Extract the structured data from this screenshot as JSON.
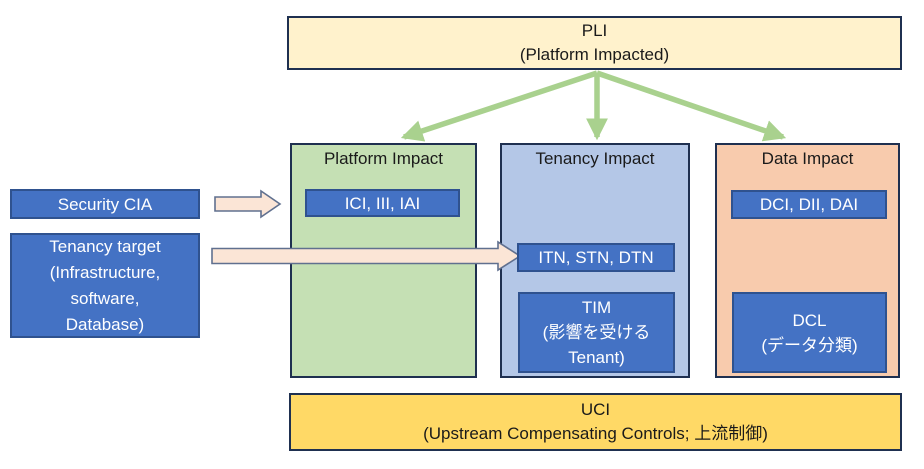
{
  "pli": {
    "line1": "PLI",
    "line2": "(Platform Impacted)"
  },
  "uci": {
    "line1": "UCI",
    "line2": "(Upstream Compensating Controls; 上流制御)"
  },
  "inputs": {
    "security": {
      "label": "Security CIA"
    },
    "tenancy_target": {
      "line1": "Tenancy target",
      "line2": "(Infrastructure,",
      "line3": "software,",
      "line4": "Database)"
    }
  },
  "columns": {
    "platform": {
      "title": "Platform Impact",
      "box1": "ICI, III, IAI"
    },
    "tenancy": {
      "title": "Tenancy Impact",
      "box1": "ITN, STN, DTN",
      "box2": {
        "line1": "TIM",
        "line2": "(影響を受ける",
        "line3": "Tenant)"
      }
    },
    "data": {
      "title": "Data Impact",
      "box1": "DCI, DII, DAI",
      "box2": {
        "line1": "DCL",
        "line2": "(データ分類)"
      }
    }
  },
  "colors": {
    "pli_fill": "#FFF2CC",
    "uci_fill": "#FFD966",
    "platform_column_fill": "#C5E0B4",
    "tenancy_column_fill": "#B4C7E7",
    "data_column_fill": "#F8CBAD",
    "blue_box_fill": "#4472C4",
    "blue_box_border": "#2F528F",
    "dark_border": "#1F3050",
    "green_arrow": "#A9D18E",
    "peach_arrow_fill": "#FBE5D6",
    "peach_arrow_stroke": "#60708F"
  }
}
